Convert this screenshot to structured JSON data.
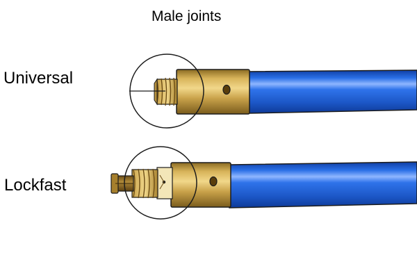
{
  "heading": "Male joints",
  "rows": [
    {
      "label": "Universal"
    },
    {
      "label": "Lockfast"
    }
  ],
  "colors": {
    "rod_blue": "#1f5fd6",
    "rod_blue_dark": "#0f3ea3",
    "rod_highlight": "#8fb6ff",
    "brass": "#c9a24a",
    "brass_light": "#f1d78a",
    "brass_dark": "#8a6a22",
    "outline": "#1c1c1c"
  }
}
